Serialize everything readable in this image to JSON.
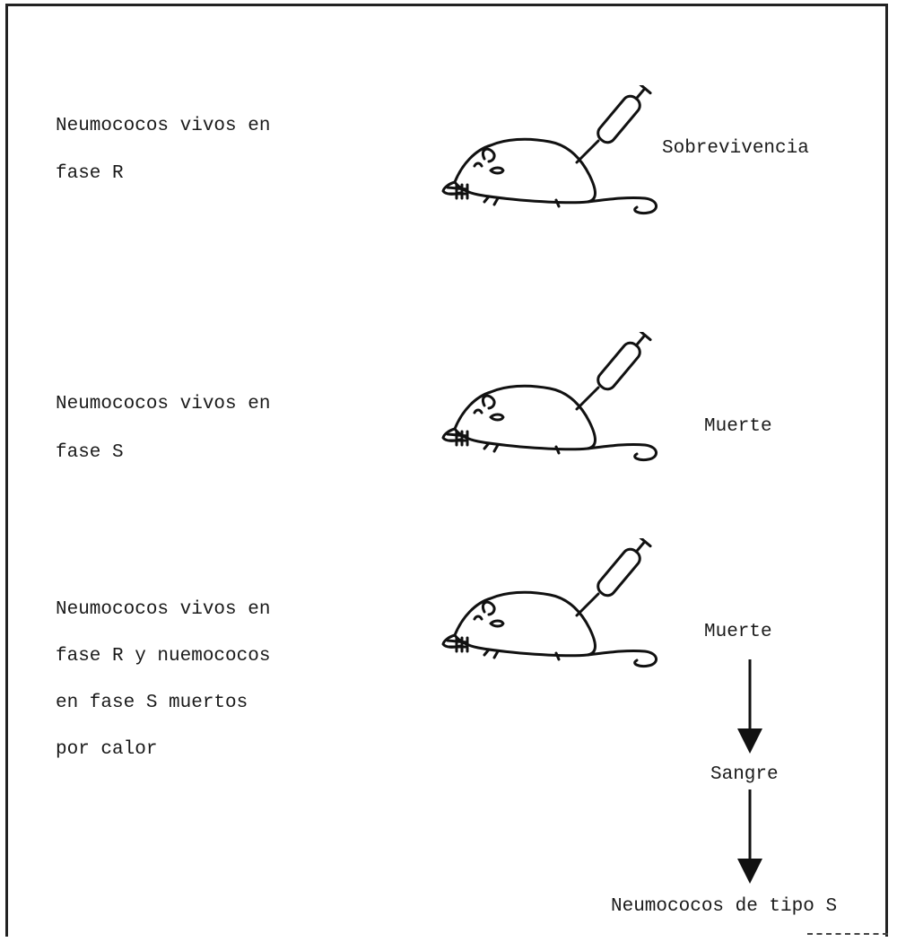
{
  "experiments": [
    {
      "condition_lines": [
        "Neumococos vivos en",
        "fase R"
      ],
      "result": "Sobrevivencia"
    },
    {
      "condition_lines": [
        "Neumococos vivos en",
        "fase S"
      ],
      "result": "Muerte"
    },
    {
      "condition_lines": [
        "Neumococos vivos en",
        "fase R y nuemococos",
        "en fase S muertos",
        "por calor"
      ],
      "result": "Muerte",
      "followup": [
        "Sangre",
        "Neumococos de tipo S"
      ]
    }
  ]
}
